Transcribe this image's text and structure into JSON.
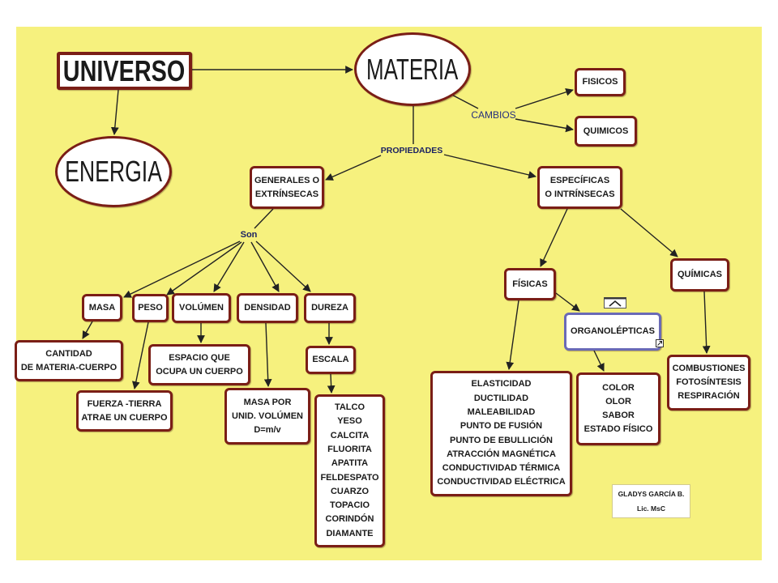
{
  "colors": {
    "page_background": "#ffffff",
    "canvas_background": "#f6f17e",
    "node_border": "#7a1e16",
    "selected_node_border": "#6a6ab6",
    "node_fill": "#ffffff",
    "node_text": "#1a1a1a",
    "linking_phrase_text": "#27307d",
    "connector": "#222222"
  },
  "icons": {
    "collapse_toggle": "chevron-up-icon",
    "resize_handle": "resize-handle-icon"
  },
  "concept_map": {
    "root": "UNIVERSO",
    "materia": "MATERIA",
    "energia": "ENERGIA",
    "cambios": {
      "label": "CAMBIOS",
      "targets": [
        "FISICOS",
        "QUIMICOS"
      ]
    },
    "propiedades": {
      "label": "PROPIEDADES",
      "generales": [
        "GENERALES O",
        "EXTRÍNSECAS"
      ],
      "especificas": [
        "ESPECÍFICAS",
        "O INTRÍNSECAS"
      ]
    },
    "generales_branch": {
      "link_label": "Son",
      "properties": [
        {
          "name": "MASA",
          "definition": [
            "CANTIDAD",
            "DE MATERIA-CUERPO"
          ]
        },
        {
          "name": "PESO",
          "definition": [
            "FUERZA -TIERRA",
            "ATRAE UN CUERPO"
          ]
        },
        {
          "name": "VOLÚMEN",
          "definition": [
            "ESPACIO QUE",
            "OCUPA UN CUERPO"
          ]
        },
        {
          "name": "DENSIDAD",
          "definition": [
            "MASA POR",
            "UNID. VOLÚMEN",
            "D=m/v"
          ]
        },
        {
          "name": "DUREZA",
          "definition": [
            "ESCALA"
          ]
        }
      ],
      "escala_items": [
        "TALCO",
        "YESO",
        "CALCITA",
        "FLUORITA",
        "APATITA",
        "FELDESPATO",
        "CUARZO",
        "TOPACIO",
        "CORINDÓN",
        "DIAMANTE"
      ]
    },
    "especificas_branch": {
      "fisicas": {
        "label": "FÍSICAS",
        "items": [
          "ELASTICIDAD",
          "DUCTILIDAD",
          "MALEABILIDAD",
          "PUNTO DE FUSIÓN",
          "PUNTO DE EBULLICIÓN",
          "ATRACCIÓN MAGNÉTICA",
          "CONDUCTIVIDAD TÉRMICA",
          "CONDUCTIVIDAD ELÉCTRICA"
        ],
        "organolepticas": {
          "label": "ORGANOLÉPTICAS",
          "selected": true,
          "items": [
            "COLOR",
            "OLOR",
            "SABOR",
            "ESTADO FÍSICO"
          ]
        }
      },
      "quimicas": {
        "label": "QUÍMICAS",
        "items": [
          "COMBUSTIONES",
          "FOTOSÍNTESIS",
          "RESPIRACIÓN"
        ]
      }
    },
    "author": {
      "name": "GLADYS GARCÍA B.",
      "title": "Lic. MsC"
    }
  }
}
